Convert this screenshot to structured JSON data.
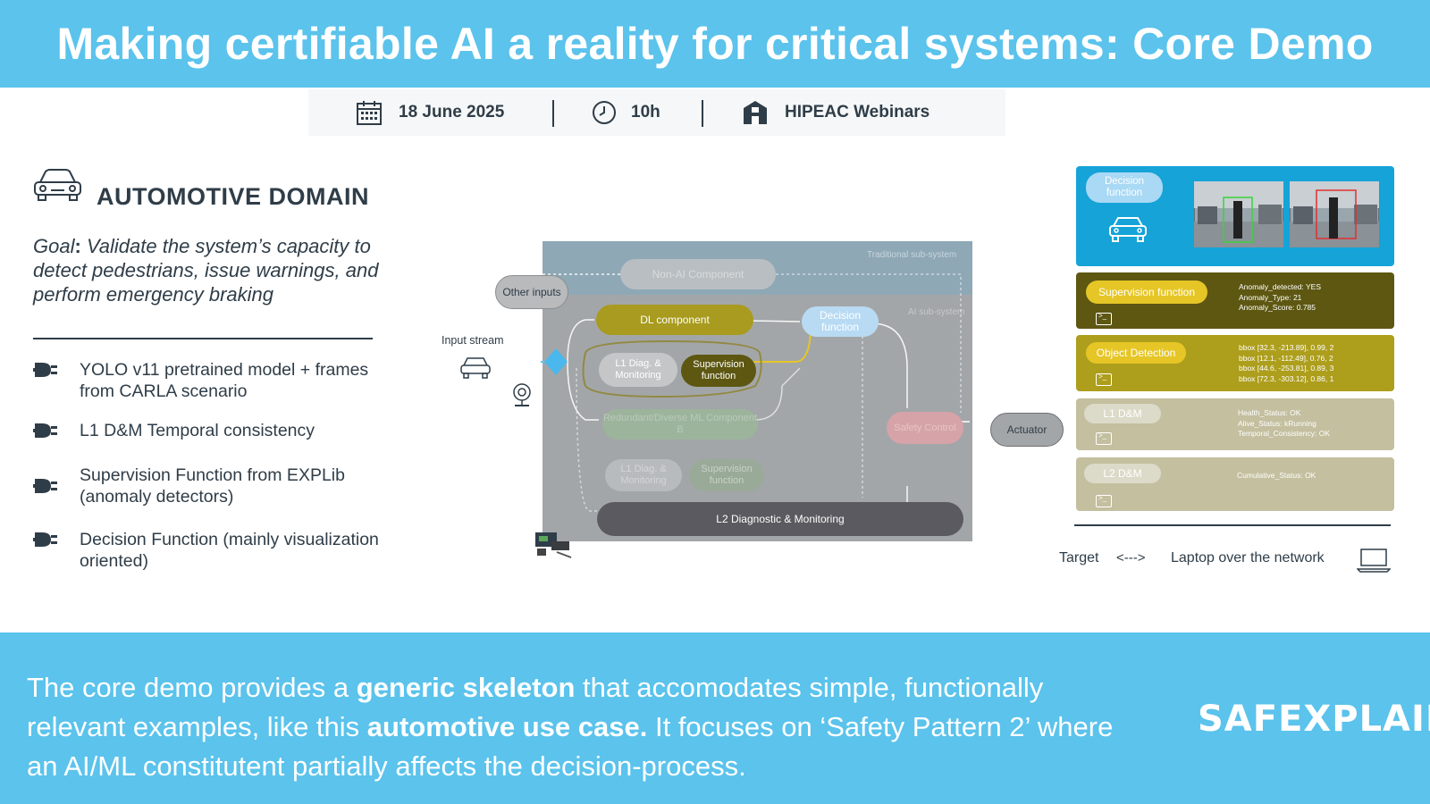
{
  "header": {
    "title": "Making certifiable AI a reality for critical systems: Core Demo"
  },
  "info": {
    "date": "18 June 2025",
    "time": "10h",
    "venue": "HIPEAC Webinars"
  },
  "left": {
    "domain_title": "AUTOMOTIVE DOMAIN",
    "goal_label": "Goal",
    "goal_colon": ":",
    "goal_text": "Validate the system’s capacity to detect pedestrians, issue warnings, and perform emergency braking",
    "bullets": [
      "YOLO v11 pretrained model + frames from CARLA scenario",
      "L1 D&M Temporal consistency",
      "Supervision Function from EXPLib (anomaly detectors)",
      "Decision Function (mainly visualization oriented)"
    ]
  },
  "diagram": {
    "traditional_subsystem": "Traditional sub-system",
    "ai_subsystem": "AI sub-system",
    "non_ai_component": "Non-AI Component",
    "other_inputs": "Other inputs",
    "dl_component": "DL component",
    "decision_function": "Decision function",
    "input_stream": "Input stream",
    "l1_diag": "L1 Diag. & Monitoring",
    "supervision_function": "Supervision function",
    "redundant_component": "Redundant/Diverse ML Component B",
    "safety_control": "Safety Control",
    "actuator": "Actuator",
    "l1_diag_b": "L1 Diag. & Monitoring",
    "supervision_function_b": "Supervision function",
    "l2_diag": "L2 Diagnostic & Monitoring"
  },
  "right": {
    "decision_label": "Decision function",
    "supervision_label": "Supervision function",
    "supervision_lines": [
      "Anomaly_detected: YES",
      "Anomaly_Type: 21",
      "Anomaly_Score: 0.785"
    ],
    "detection_label": "Object Detection",
    "detection_lines": [
      "bbox [32.3, -213.89], 0.99, 2",
      "bbox [12.1, -112.49], 0.76, 2",
      "bbox [44.6, -253.81], 0.89, 3",
      "bbox [72.3, -303.12], 0.86, 1"
    ],
    "l1_label": "L1 D&M",
    "l1_lines": [
      "Health_Status: OK",
      "Alive_Status: kRunning",
      "Temporal_Consistency: OK"
    ],
    "l2_label": "L2 D&M",
    "l2_lines": [
      "Cumulative_Status: OK"
    ],
    "target": "Target",
    "arrow": "<--->",
    "laptop": "Laptop over the network"
  },
  "footer": {
    "t1": "The core demo provides a ",
    "b1": "generic skeleton",
    "t2": " that accomodates simple, functionally relevant examples, like this ",
    "b2": "automotive use case.",
    "t3": "  It focuses on ‘Safety Pattern 2’ where an AI/ML constitutent partially affects the decision-process.",
    "brand": "SAFEXPLAIN"
  },
  "colors": {
    "accent": "#5bc3ec",
    "text": "#2f3d48",
    "olive": "#a79a1e",
    "dark_olive": "#5d5712",
    "teal": "#1aa0d0"
  }
}
